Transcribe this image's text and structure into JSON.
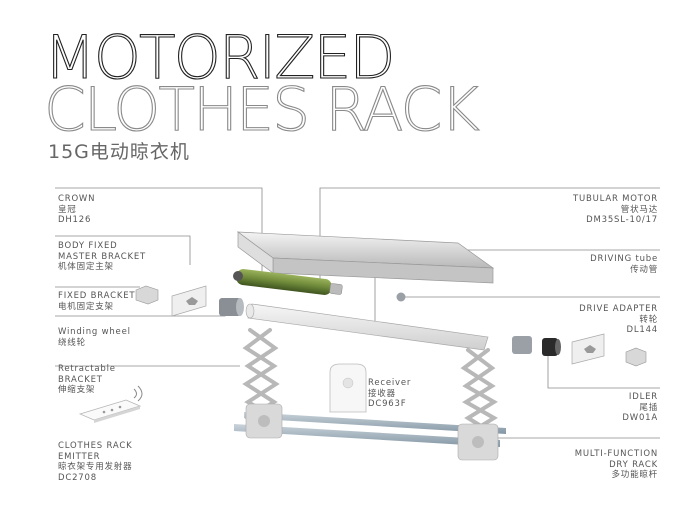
{
  "header": {
    "title_line1": "MOTORIZED",
    "title_line2": "CLOTHES RACK",
    "subtitle": "15G电动晾衣机"
  },
  "labels": {
    "crown": {
      "name": "CROWN",
      "cn": "皇冠",
      "code": "DH126"
    },
    "body_fixed_master_bracket": {
      "name_line1": "BODY FIXED",
      "name_line2": "MASTER BRACKET",
      "cn": "机体固定主架"
    },
    "fixed_bracket": {
      "name": "FIXED BRACKET",
      "cn": "电机固定支架"
    },
    "winding_wheel": {
      "name": "Winding wheel",
      "cn": "绕线轮"
    },
    "retractable_bracket": {
      "name_line1": "Retractable",
      "name_line2": "BRACKET",
      "cn": "伸缩支架"
    },
    "clothes_rack_emitter": {
      "name_line1": "CLOTHES RACK",
      "name_line2": "EMITTER",
      "cn": "晾衣架专用发射器",
      "code": "DC2708"
    },
    "tubular_motor": {
      "name": "TUBULAR MOTOR",
      "cn": "管状马达",
      "code": "DM35SL-10/17"
    },
    "driving_tube": {
      "name": "DRIVING tube",
      "cn": "传动管"
    },
    "drive_adapter": {
      "name": "DRIVE ADAPTER",
      "cn": "转轮",
      "code": "DL144"
    },
    "receiver": {
      "name": "Receiver",
      "cn": "接收器",
      "code": "DC963F"
    },
    "idler": {
      "name": "IDLER",
      "cn": "尾插",
      "code": "DW01A"
    },
    "multi_function_dry_rack": {
      "name_line1": "MULTI-FUNCTION",
      "name_line2": "DRY RACK",
      "cn": "多功能晾杆"
    }
  },
  "colors": {
    "motor_green": "#6f8a3a",
    "line": "#888888",
    "rod": "#9fb0bd"
  }
}
